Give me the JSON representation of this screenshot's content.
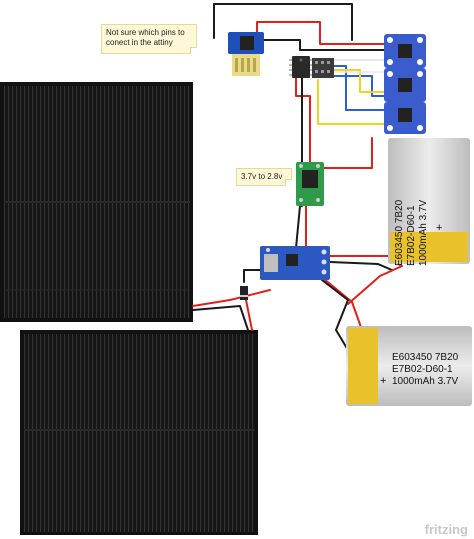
{
  "notes": {
    "pins_note": "Not sure which pins to conect in the attiny",
    "regulator_note": "3.7v to 2.8v"
  },
  "battery_vertical": {
    "line1": "E603450 7B20",
    "line2": "E7B02-D60-1",
    "line3": "1000mAh 3.7V",
    "plus": "+"
  },
  "battery_horizontal": {
    "line1": "E603450 7B20",
    "line2": "E7B02-D60-1",
    "line3": "1000mAh 3.7V",
    "plus": "+"
  },
  "watermark": "fritzing",
  "colors": {
    "wire_red": "#e0201b",
    "wire_black": "#1a1a1a",
    "wire_blue": "#2b5fd6",
    "wire_yellow": "#f2d21c",
    "wire_white": "#e8e8e8",
    "panel": "#151515",
    "breakout_blue": "#3b5ccc",
    "charger_blue": "#2c58c2",
    "regulator_green": "#2f9a4a",
    "battery_silver": "#cfcfcf",
    "battery_gold": "#e8c22a"
  }
}
